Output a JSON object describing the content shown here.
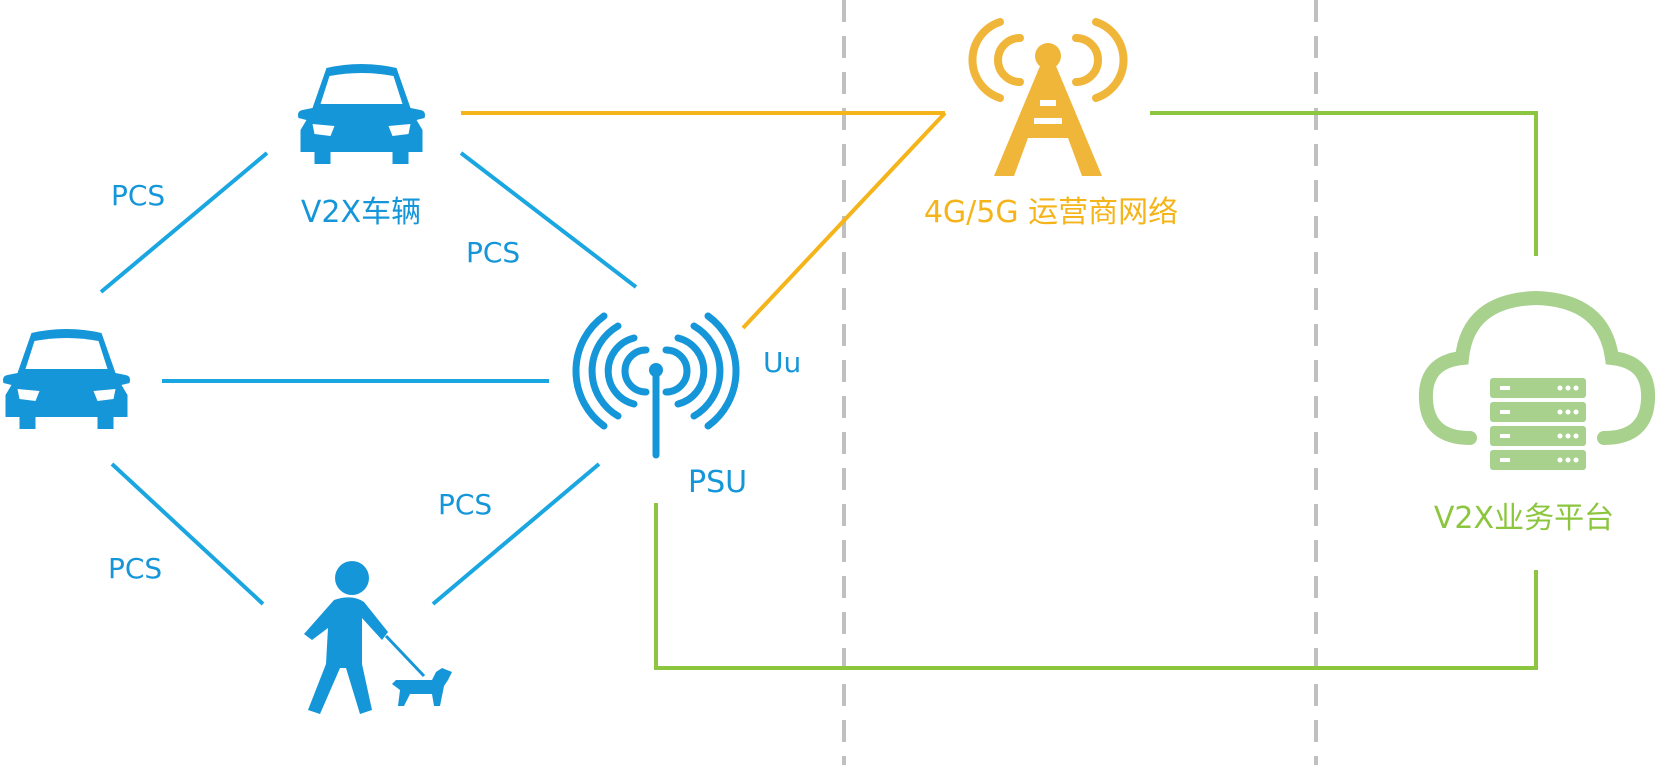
{
  "colors": {
    "blue": "#1596d8",
    "blue_line": "#1aa6e0",
    "orange": "#f4b41a",
    "orange_icon": "#f0b63a",
    "green": "#8cc63f",
    "green_icon": "#a9d18e",
    "grey": "#c0c0c0"
  },
  "icons": {
    "vehicle_top": "car-icon",
    "vehicle_left": "car-icon",
    "pedestrian": "pedestrian-with-dog-icon",
    "psu": "antenna-icon",
    "tower": "cell-tower-icon",
    "platform": "cloud-server-icon"
  },
  "labels": {
    "v2x_vehicle": "V2X车辆",
    "pcs_top_left": "PCS",
    "pcs_top_right": "PCS",
    "pcs_bottom_left": "PCS",
    "pcs_bottom_right": "PCS",
    "uu": "Uu",
    "psu": "PSU",
    "carrier_network": "4G/5G 运营商网络",
    "v2x_platform": "V2X业务平台"
  }
}
